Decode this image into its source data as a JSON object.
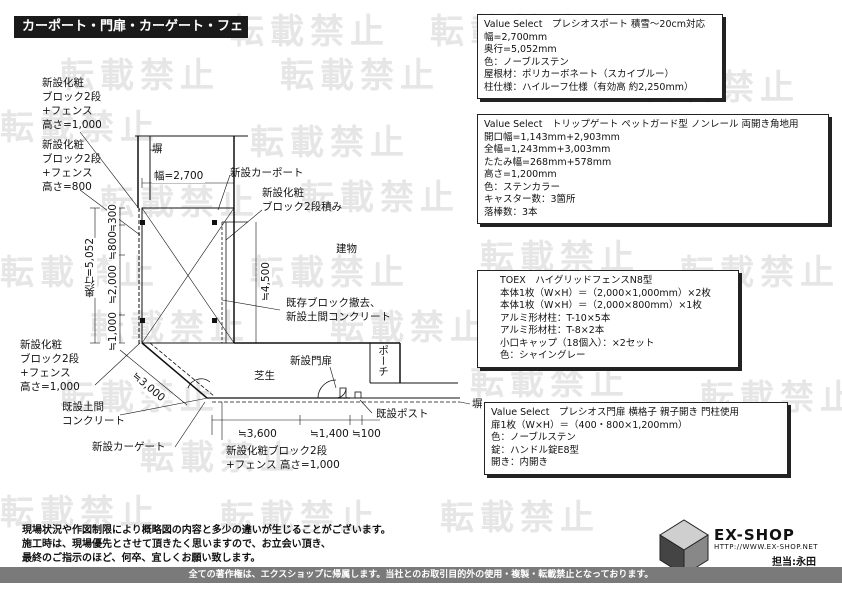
{
  "header": {
    "title": "カーポート・門扉・カーゲート・フェンス"
  },
  "watermark": {
    "text": "転載禁止"
  },
  "spec_boxes": [
    {
      "id": "carport",
      "lines": [
        "Value Select　プレシオスポート 積雪～20cm対応",
        "幅=2,700mm",
        "奥行=5,052mm",
        "色：ノーブルステン",
        "屋根材：ポリカーボネート（スカイブルー）",
        "柱仕様：ハイルーフ仕様（有効高 約2,250mm）"
      ]
    },
    {
      "id": "cargate",
      "lines": [
        "Value Select　トリップゲート ペットガード型 ノンレール 両開き角地用",
        "開口幅=1,143mm+2,903mm",
        "全幅=1,243mm+3,003mm",
        "たたみ幅=268mm+578mm",
        "高さ=1,200mm",
        "色：ステンカラー",
        "キャスター数：3箇所",
        "落棒数：3本"
      ]
    },
    {
      "id": "fence",
      "lines": [
        "TOEX　ハイグリッドフェンスN8型",
        "本体1枚（W×H）＝（2,000×1,000mm）×2枚",
        "本体1枚（W×H）＝（2,000×800mm）×1枚",
        "アルミ形材柱：T-10×5本",
        "アルミ形材柱：T-8×2本",
        "小口キャップ（18個入）：×2セット",
        "色：シャイングレー"
      ]
    },
    {
      "id": "gate",
      "lines": [
        "Value Select　プレシオス門扉 横格子 親子開き 門柱使用",
        "扉1枚（W×H）＝（400・800×1,200mm）",
        "色：ノーブルステン",
        "錠：ハンドル錠E8型",
        "開き：内開き"
      ]
    }
  ],
  "labels": {
    "block_fence_1000_top": [
      "新設化粧",
      "ブロック2段",
      "+フェンス",
      "高さ=1,000"
    ],
    "block_fence_800": [
      "新設化粧",
      "ブロック2段",
      "+フェンス",
      "高さ=800"
    ],
    "block_fence_1000_bottom": [
      "新設化粧",
      "ブロック2段",
      "+フェンス",
      "高さ=1,000"
    ],
    "wall": "塀",
    "width_2700": "幅=2,700",
    "new_carport": "新設カーポート",
    "block_2_stack": [
      "新設化粧",
      "ブロック2段積み"
    ],
    "building": "建物",
    "height_4500": "≒4,500",
    "existing_block": [
      "既存ブロック撤去、",
      "新設土間コンクリート"
    ],
    "new_gate": "新設門扉",
    "porch": "ポーチ",
    "lawn": "芝生",
    "existing_concrete": [
      "既設土間",
      "コンクリート"
    ],
    "existing_post": "既設ポスト",
    "wall_right": "塀",
    "new_cargate": "新設カーゲート",
    "block_bottom": [
      "新設化粧ブロック2段",
      "+フェンス 高さ=1,000"
    ],
    "depth_5052": "奥行=5,052",
    "dim_300": "≒300",
    "dim_800": "≒800",
    "dim_2000": "≒2,000",
    "dim_1000": "≒1,000",
    "dim_3000": "≒3,000",
    "dim_3600": "≒3,600",
    "dim_1400": "≒1,400",
    "dim_100": "≒100"
  },
  "notes": [
    "現場状況や作図制限により概略図の内容と多少の違いが生じることがございます。",
    "施工時は、現場優先とさせて頂きたく思いますので、お立会い頂き、",
    "最終のご指示のほど、何卒、宜しくお願い致します。"
  ],
  "footer": "全ての著作権は、エクスショップに帰属します。当社とのお取引目的外の使用・複製・転載禁止となっております。",
  "logo": {
    "name": "EX-SHOP",
    "url": "HTTP://WWW.EX-SHOP.NET",
    "staff": "担当:永田"
  }
}
